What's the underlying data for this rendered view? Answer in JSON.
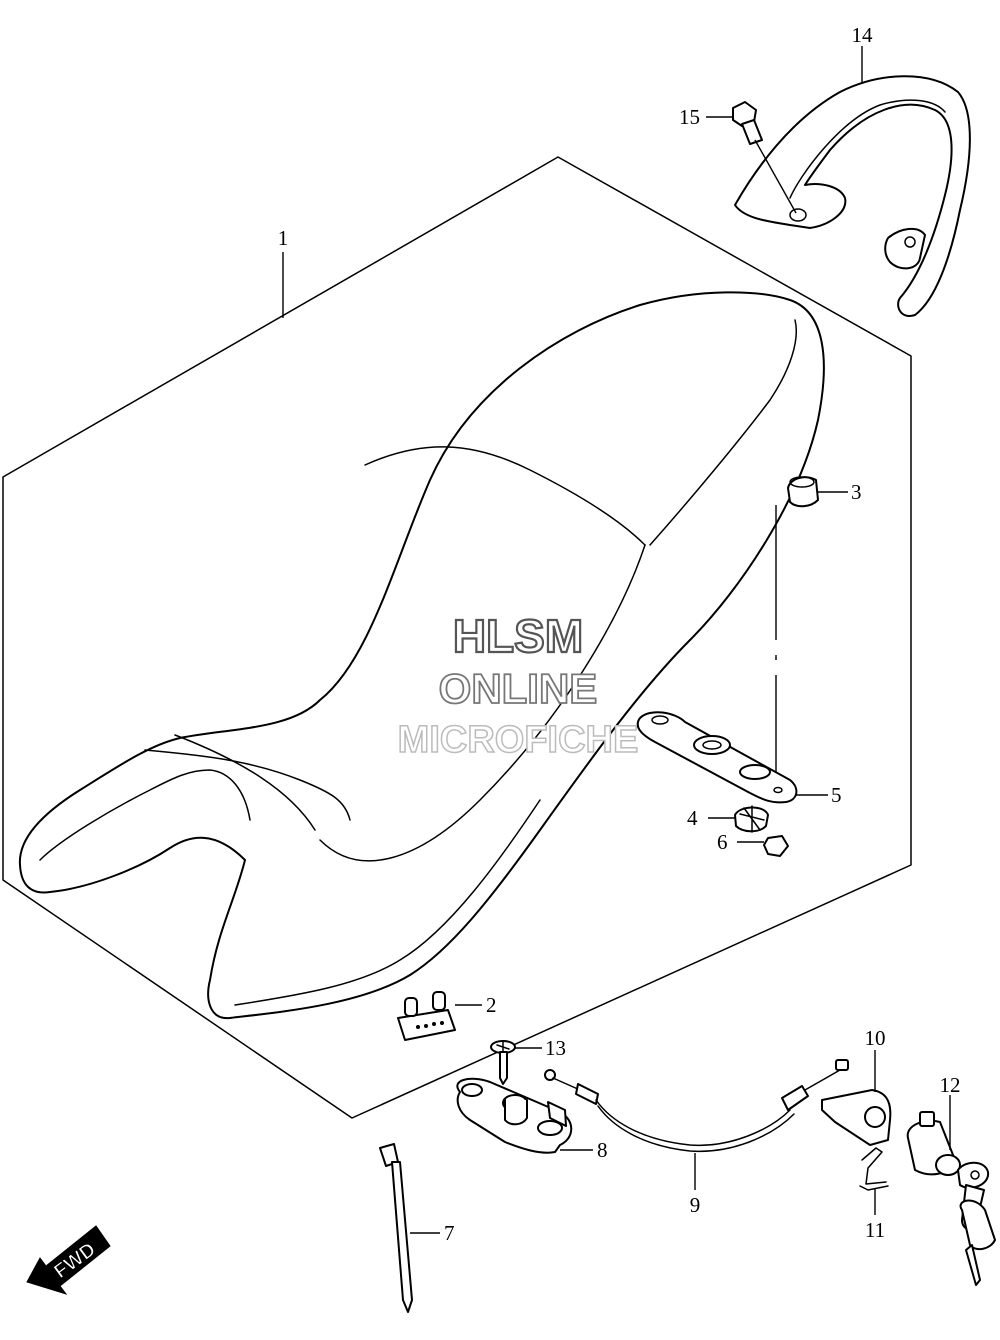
{
  "callouts": [
    {
      "id": "1",
      "label": "1"
    },
    {
      "id": "2",
      "label": "2"
    },
    {
      "id": "3",
      "label": "3"
    },
    {
      "id": "4",
      "label": "4"
    },
    {
      "id": "5",
      "label": "5"
    },
    {
      "id": "6",
      "label": "6"
    },
    {
      "id": "7",
      "label": "7"
    },
    {
      "id": "8",
      "label": "8"
    },
    {
      "id": "9",
      "label": "9"
    },
    {
      "id": "10",
      "label": "10"
    },
    {
      "id": "11",
      "label": "11"
    },
    {
      "id": "12",
      "label": "12"
    },
    {
      "id": "13",
      "label": "13"
    },
    {
      "id": "14",
      "label": "14"
    },
    {
      "id": "15",
      "label": "15"
    }
  ],
  "watermark": {
    "line1": "HLSM",
    "line2": "ONLINE",
    "line3": "MICROFICHE"
  },
  "direction_badge": {
    "label": "FWD"
  }
}
